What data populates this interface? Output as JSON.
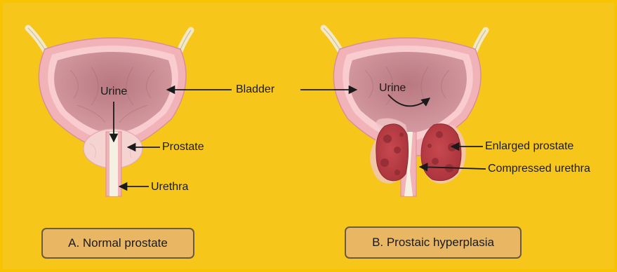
{
  "diagram": {
    "labels": {
      "urine_normal": "Urine",
      "bladder": "Bladder",
      "prostate": "Prostate",
      "urethra": "Urethra",
      "urine_hyperplasia": "Urine",
      "enlarged_prostate": "Enlarged prostate",
      "compressed_urethra": "Compressed urethra"
    },
    "panels": [
      {
        "caption": "A. Normal prostate"
      },
      {
        "caption": "B. Prostaic hyperplasia"
      }
    ]
  },
  "colors": {
    "background": "#f7c61a",
    "bladder_wall": "#f2b3b8",
    "bladder_lumen": "#c98a92",
    "prostate_normal": "#f5d3d0",
    "prostate_enlarged": "#c0444c",
    "caption_box": "#e9b764"
  }
}
